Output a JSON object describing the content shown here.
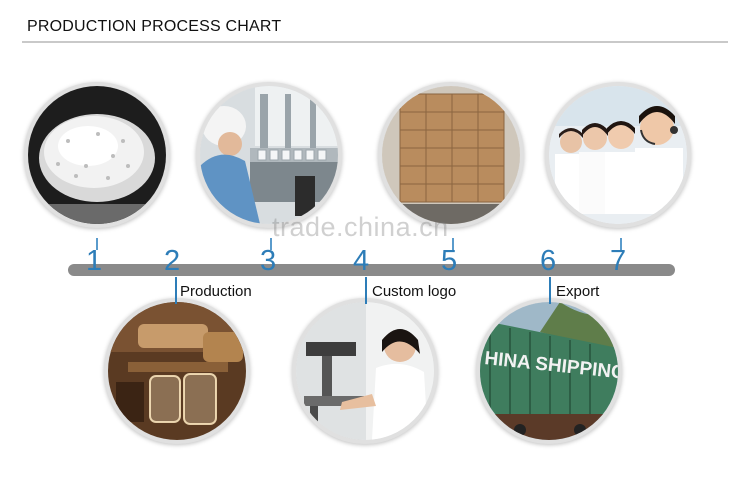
{
  "header": {
    "title": "PRODUCTION PROCESS CHART"
  },
  "watermark": "trade.china.cn",
  "steps": [
    {
      "number": "1",
      "label": ""
    },
    {
      "number": "2",
      "label": "Production"
    },
    {
      "number": "3",
      "label": ""
    },
    {
      "number": "4",
      "label": "Custom logo"
    },
    {
      "number": "5",
      "label": ""
    },
    {
      "number": "6",
      "label": "Export"
    },
    {
      "number": "7",
      "label": ""
    }
  ],
  "photos": {
    "p1": "raw-material-granules",
    "p2": "factory-workers",
    "p3": "packed-cartons",
    "p4": "customer-service",
    "p5": "glass-jar-production",
    "p6": "logo-printing",
    "p7": "shipping-container"
  },
  "container_text": "HINA SHIPPING"
}
